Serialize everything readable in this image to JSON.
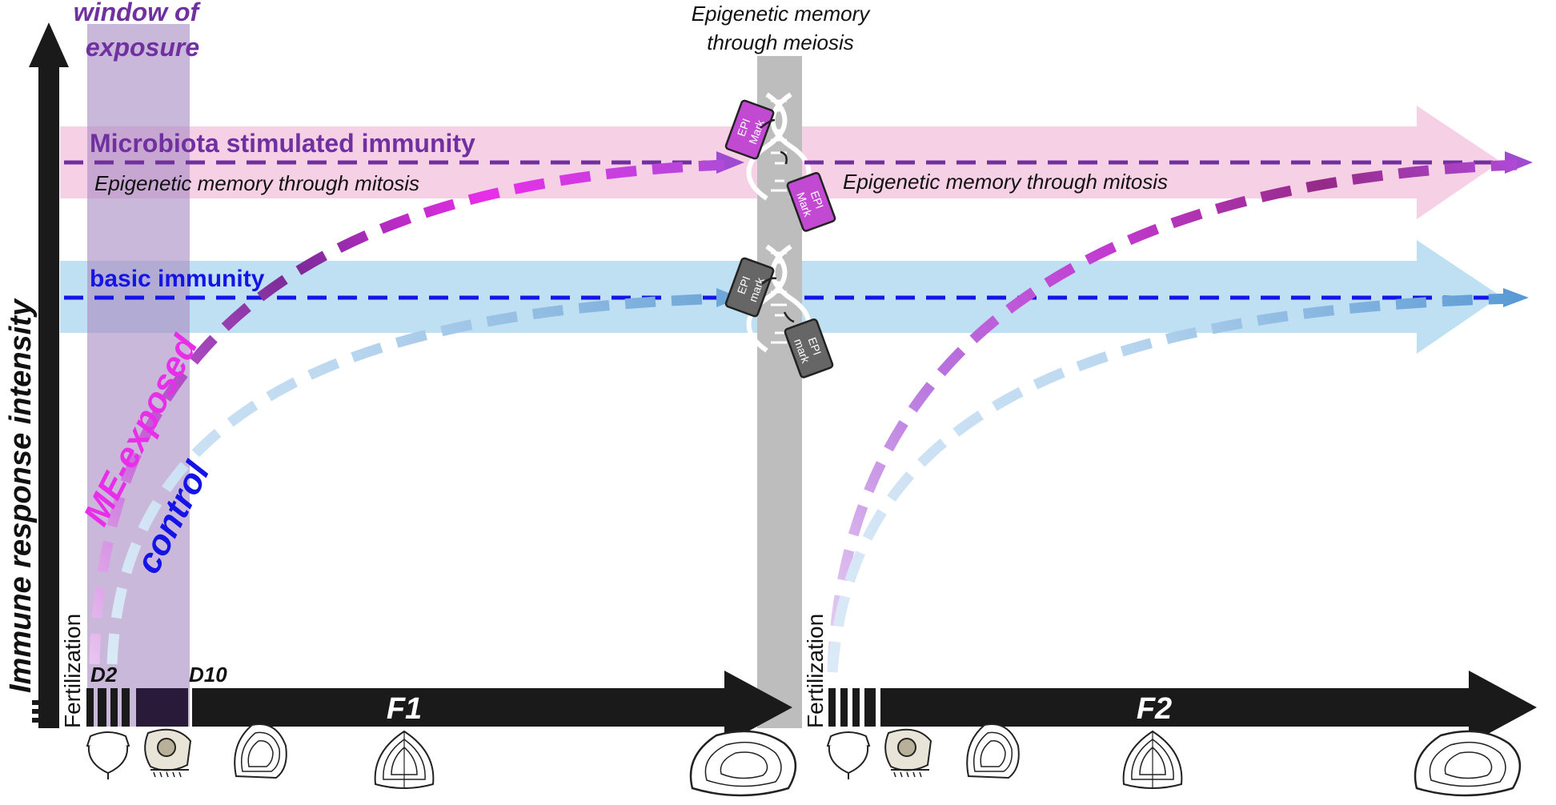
{
  "title": "",
  "y_axis_label": "Immune response intensity",
  "window_label": "window of exposure",
  "window_label_lines": [
    "window of",
    "exposure"
  ],
  "meiosis_label_lines": [
    "Epigenetic memory",
    "through meiosis"
  ],
  "band_top_label": "Microbiota stimulated immunity",
  "band_bottom_label": "basic immunity",
  "mitosis_label_left": "Epigenetic memory through mitosis",
  "mitosis_label_right": "Epigenetic memory through mitosis",
  "series": [
    {
      "name": "ME-exposed",
      "color": "#e92ee9"
    },
    {
      "name": "control",
      "color": "#1414e6"
    }
  ],
  "timeline": {
    "f1_label": "F1",
    "f2_label": "F2",
    "d2_label": "D2",
    "d10_label": "D10",
    "fertilization_label": "Fertilization"
  },
  "tags": [
    {
      "line1": "EPI",
      "line2": "Mark",
      "color": "#c24ad2"
    },
    {
      "line1": "EPI",
      "line2": "Mark",
      "color": "#c24ad2"
    },
    {
      "line1": "EPI",
      "line2": "mark",
      "color": "#666666"
    },
    {
      "line1": "EPI",
      "line2": "mark",
      "color": "#666666"
    }
  ],
  "colors": {
    "purple": "#7030a0",
    "pink_band": "#f4c6e0",
    "blue_band": "#a9d4ee",
    "blue_line": "#1414e6",
    "window": "#a98cc4",
    "meiosis_bar": "#bdbdbd",
    "arrow": "#1a1a1a"
  },
  "icons": [
    "oyster-larva-icon",
    "oyster-spat-icon",
    "oyster-adult-icon",
    "dna-helix-icon",
    "epi-mark-tag-icon"
  ]
}
